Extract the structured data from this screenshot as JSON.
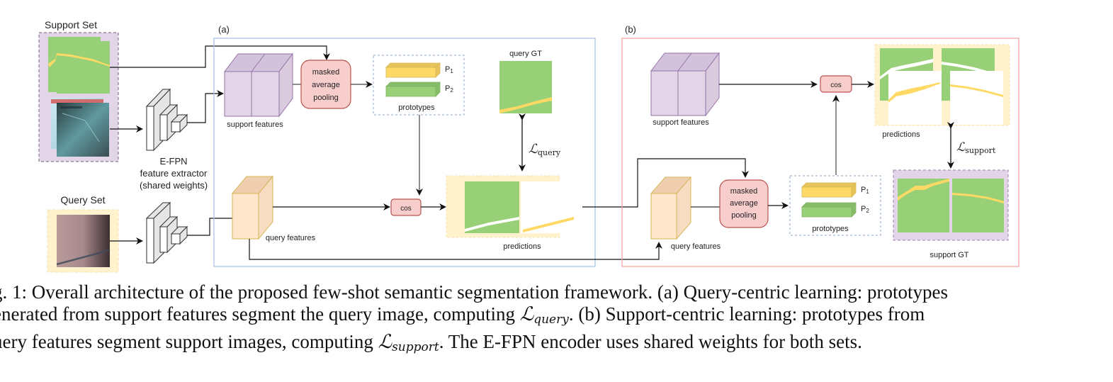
{
  "figure": {
    "left": {
      "support_set_label": "Support Set",
      "query_set_label": "Query Set",
      "encoder_label_line1": "E-FPN",
      "encoder_label_line2": "feature extractor",
      "encoder_label_line3": "(shared weights)"
    },
    "panel_a": {
      "tag": "(a)",
      "support_features_label": "support features",
      "map_label_line1": "masked",
      "map_label_line2": "average",
      "map_label_line3": "pooling",
      "prototype_1": "P1",
      "prototype_2": "P2",
      "prototypes_label": "prototypes",
      "query_gt_label": "query GT",
      "loss_label": "ℒquery",
      "cos_label": "cos",
      "query_features_label": "query features",
      "predictions_label": "predictions"
    },
    "panel_b": {
      "tag": "(b)",
      "support_features_label": "support features",
      "cos_label": "cos",
      "predictions_label": "predictions",
      "loss_label": "ℒsupport",
      "query_features_label": "query features",
      "map_label_line1": "masked",
      "map_label_line2": "average",
      "map_label_line3": "pooling",
      "prototype_1": "P1",
      "prototype_2": "P2",
      "prototypes_label": "prototypes",
      "support_gt_label": "support GT"
    },
    "colors": {
      "support_bg": "#e1d5e7",
      "query_bg": "#fff2cc",
      "feature_purple": "#e1d5e7",
      "feature_purple_stroke": "#9673a6",
      "feature_orange": "#ffe6cc",
      "feature_orange_stroke": "#d6b656",
      "pool_fill": "#f8cecc",
      "pool_stroke": "#b85450",
      "panel_a_border": "#a9c4eb",
      "panel_b_border": "#f4a6a6",
      "mask_green": "#97d077",
      "mask_yellow": "#ffd966"
    }
  },
  "caption": {
    "line1": "g. 1: Overall architecture of the proposed few-shot semantic segmentation framework. (a) Query-centric learning: prototypes",
    "line2_a": "enerated from support features segment the query image, computing ",
    "line2_math": "ℒ",
    "line2_sub": "query",
    "line2_b": ". (b) Support-centric learning: prototypes from",
    "line3_a": "uery features segment support images, computing ",
    "line3_math": "ℒ",
    "line3_sub": "support",
    "line3_b": ". The E-FPN encoder uses shared weights for both sets."
  }
}
